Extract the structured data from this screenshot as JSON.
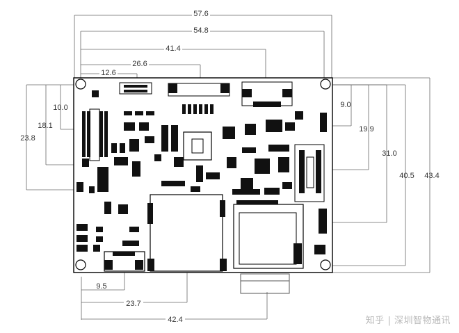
{
  "dimensions": {
    "top": [
      "57.6",
      "54.8",
      "41.4",
      "26.6",
      "12.6"
    ],
    "left": [
      "10.0",
      "18.1",
      "23.8"
    ],
    "right": [
      "9.0",
      "19.9",
      "31.0",
      "40.5",
      "43.4"
    ],
    "bottom": [
      "9.5",
      "23.7",
      "42.4"
    ]
  },
  "watermark": {
    "platform": "知乎",
    "separator": "|",
    "author": "深圳智物通讯"
  },
  "colors": {
    "line": "#555555",
    "board": "#000000",
    "pad": "#111111",
    "background": "#ffffff"
  }
}
